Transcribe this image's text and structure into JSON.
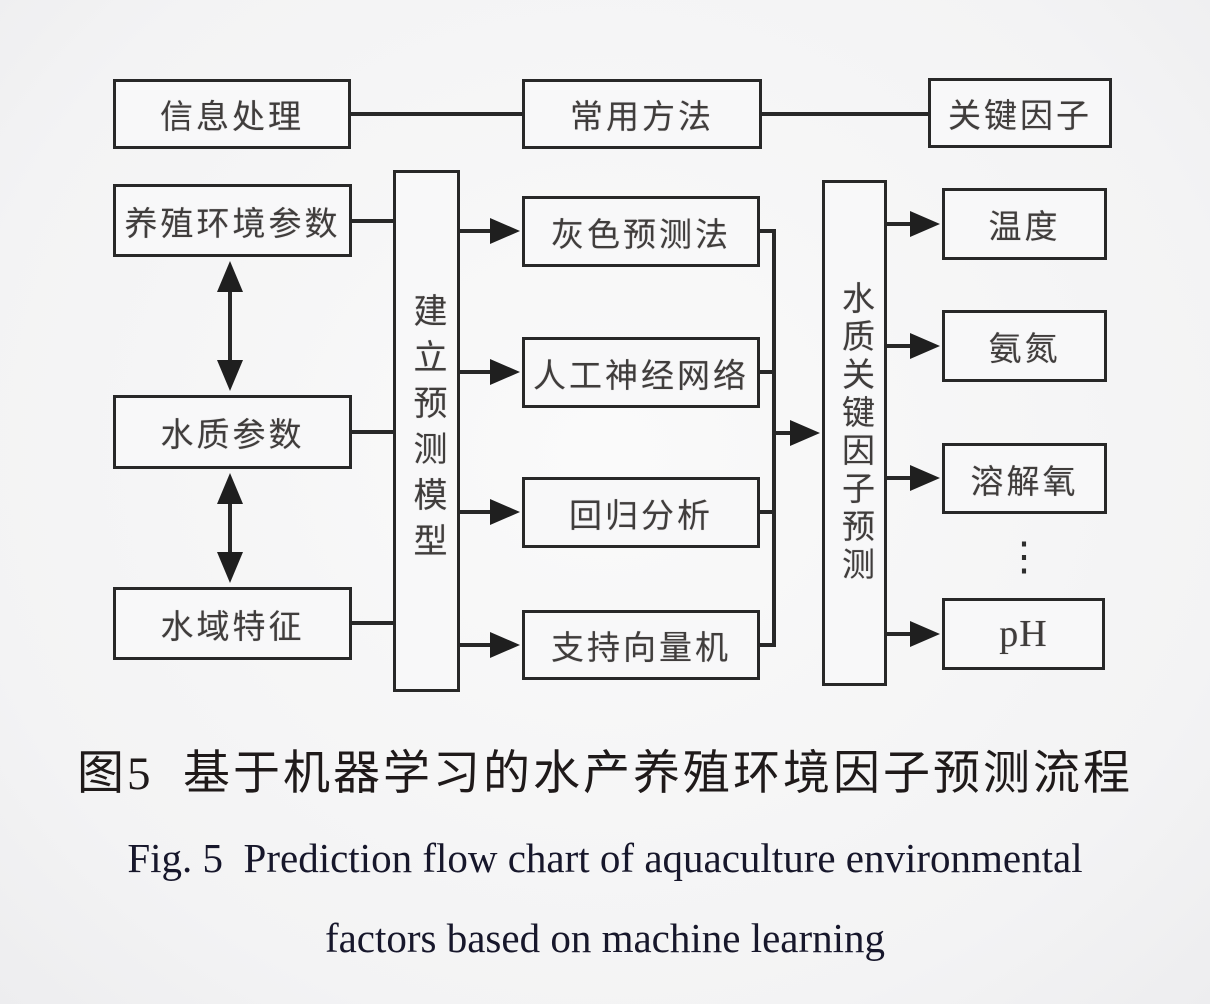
{
  "figure": {
    "caption_zh": "图5  基于机器学习的水产养殖环境因子预测流程",
    "caption_en_line1": "Fig. 5  Prediction flow chart of aquaculture environmental",
    "caption_en_line2": "factors based on machine learning"
  },
  "diagram": {
    "top_row": [
      "信息处理",
      "常用方法",
      "关键因子"
    ],
    "input_nodes": [
      "养殖环境参数",
      "水质参数",
      "水域特征"
    ],
    "model_node": "建立预测模型",
    "method_nodes": [
      "灰色预测法",
      "人工神经网络",
      "回归分析",
      "支持向量机"
    ],
    "prediction_node": "水质关键因子预测",
    "output_nodes": [
      "温度",
      "氨氮",
      "溶解氧",
      "pH"
    ],
    "outputs_ellipsis": "⋮"
  },
  "colors": {
    "stroke": "#282828",
    "background": "#f4f4f5",
    "node_text": "#403d3c",
    "caption_text": "#17172b"
  }
}
